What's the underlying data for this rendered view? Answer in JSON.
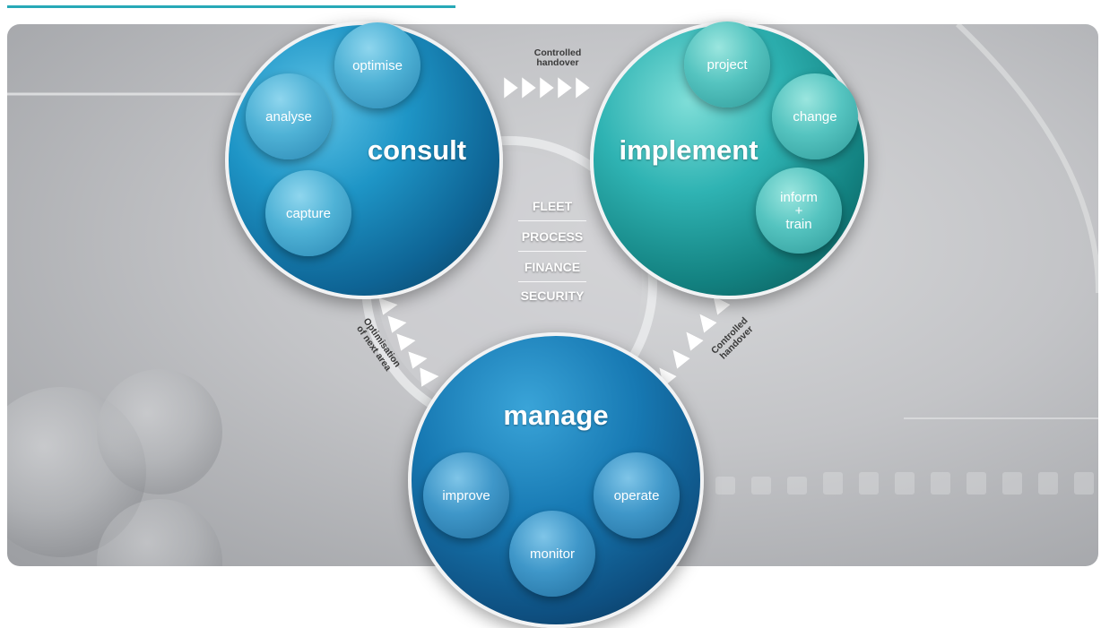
{
  "diagram": {
    "stages": {
      "consult": {
        "label": "consult",
        "subitems": [
          "optimise",
          "analyse",
          "capture"
        ]
      },
      "implement": {
        "label": "implement",
        "subitems": [
          "project",
          "change",
          "inform\n+\ntrain"
        ]
      },
      "manage": {
        "label": "manage",
        "subitems": [
          "improve",
          "monitor",
          "operate"
        ]
      }
    },
    "center_items": [
      "FLEET",
      "PROCESS",
      "FINANCE",
      "SECURITY"
    ],
    "transitions": {
      "consult_to_implement": "Controlled\nhandover",
      "implement_to_manage": "Controlled\nhandover",
      "manage_to_consult": "Optimisation\nof next area"
    }
  },
  "colors": {
    "consult": "#1e95c6",
    "implement": "#2fb3b3",
    "manage": "#1779b3",
    "accent_line": "#27a9b7"
  }
}
